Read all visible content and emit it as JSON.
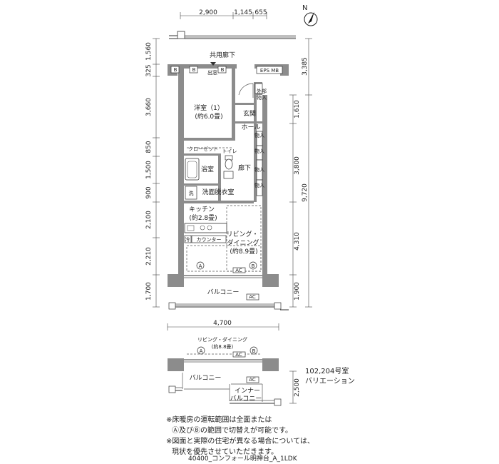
{
  "dimensions": {
    "top": [
      "2,900",
      "1,145",
      "655"
    ],
    "left": [
      "1,560",
      "325",
      "3,660",
      "850",
      "1,500",
      "900",
      "2,100",
      "2,210",
      "1,700"
    ],
    "right_inner": [
      "1,610",
      "3,800",
      "4,310",
      "1,900"
    ],
    "right_outer": [
      "3,385",
      "9,720"
    ],
    "bottom_width": "4,700",
    "variation_depth": "2,500"
  },
  "labels": {
    "common_corridor": "共用廊下",
    "window_sash": "出窓",
    "eps_mb": "EPS MB",
    "outdoor_storage": [
      "外部",
      "物入"
    ],
    "western_room": "洋室（1）",
    "western_room_size": "(約6.0畳)",
    "entrance": "玄関",
    "hall": "ホール",
    "closet": "クローゼット",
    "toilet": "トイレ",
    "bath": "浴室",
    "corridor": "廊下",
    "storage": "物入",
    "washing": "洗",
    "washroom": "洗面脱衣室",
    "kitchen": "キッチン",
    "kitchen_size": "(約2.8畳)",
    "living": "リビング・",
    "dining": "ダイニング",
    "living_size": "(約8.9畳)",
    "counter": "カウンター",
    "fridge": "冷",
    "ac": "AC",
    "balcony": "バルコニー",
    "marker_a": "A",
    "marker_b": "B",
    "north": "N"
  },
  "variation": {
    "room": "リビング・ダイニング",
    "room_size": "(約8.8畳)",
    "balcony": "バルコニー",
    "inner_balcony": [
      "インナー",
      "バルコニー"
    ],
    "title_lines": [
      "102,204号室",
      "バリエーション"
    ]
  },
  "notes": [
    "※床暖房の運転範囲は全面または",
    "Ⓐ及びⒷの範囲で切替えが可能です。",
    "※図面と実際の住宅が異なる場合については、",
    "現状を優先させていただきます。"
  ],
  "footer_code": "40400_コンフォール明神台_A_1LDK"
}
